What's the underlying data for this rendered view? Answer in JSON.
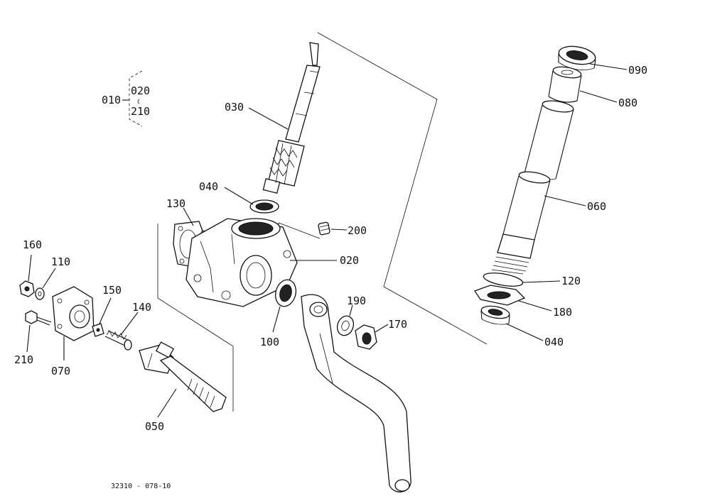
{
  "labels": {
    "p010": "010",
    "p020a": "020",
    "p210a": "210",
    "p030": "030",
    "p040a": "040",
    "p130": "130",
    "p200": "200",
    "p020b": "020",
    "p160": "160",
    "p110": "110",
    "p150": "150",
    "p140": "140",
    "p190": "190",
    "p170": "170",
    "p100": "100",
    "p210b": "210",
    "p070": "070",
    "p050": "050",
    "p090": "090",
    "p080": "080",
    "p060": "060",
    "p120": "120",
    "p180": "180",
    "p040b": "040"
  },
  "drawing_number": "32310 - 078-10"
}
